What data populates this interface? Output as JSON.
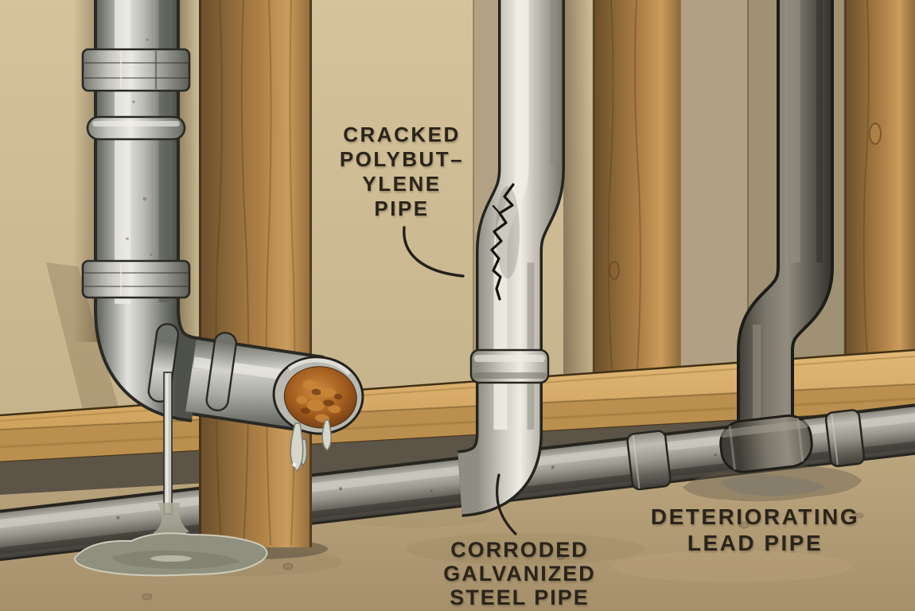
{
  "labels": {
    "cracked_polybutylene": {
      "lines": [
        "CRACKED",
        "POLYBUT–",
        "YLENE",
        "PIPE"
      ]
    },
    "corroded_galvanized": {
      "lines": [
        "CORRODED",
        "GALVANIZED",
        "STEEL PIPE"
      ]
    },
    "deteriorating_lead": {
      "lines": [
        "DETERIORATING",
        "LEAD PIPE"
      ]
    }
  },
  "colors": {
    "wall": "#cdbb94",
    "wall_panel_right": "#b2a084",
    "wall_panel_dark": "#a09175",
    "wood_stud": "#b08147",
    "ledge_front": "#bb8f4e",
    "under_ledge_shadow": "#5c5446",
    "floor": "#b3a07c",
    "galvanized_pipe": "#b0b0ab",
    "polybutylene_pipe": "#cbc8bf",
    "lead_pipe": "#716d62",
    "floor_pipe": "#9b9890",
    "rust": "#9c5a1e",
    "water": "#90907e",
    "label_text": "#2a241b"
  }
}
